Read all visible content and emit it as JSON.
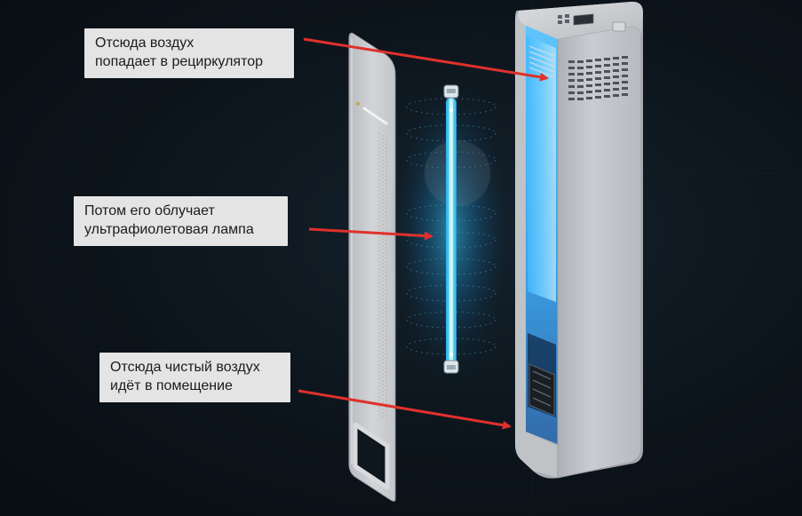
{
  "callouts": {
    "air_intake": {
      "line1": "Отсюда воздух",
      "line2": "попадает в рециркулятор"
    },
    "uv_lamp": {
      "line1": "Потом его облучает",
      "line2": "ультрафиолетовая лампа"
    },
    "clean_air_out": {
      "line1": "Отсюда чистый воздух",
      "line2": "идёт в помещение"
    }
  },
  "colors": {
    "background": "#0c141b",
    "arrow": "#e0302c",
    "uv_glow": "#28c8ff",
    "device_body": "#c9ccd0",
    "callout_bg": "#e4e4e4"
  }
}
